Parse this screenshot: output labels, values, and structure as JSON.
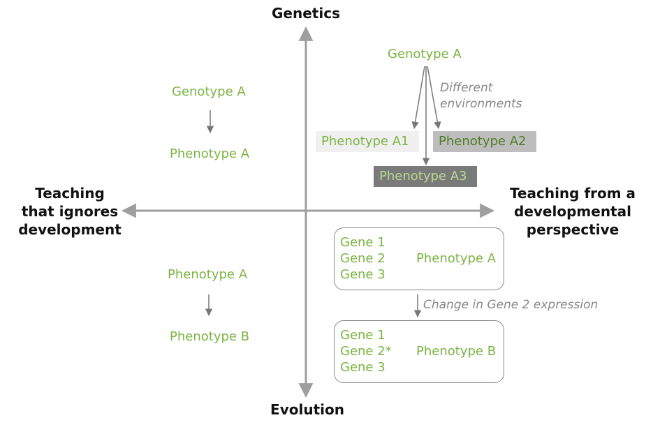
{
  "colors": {
    "green": "#7cb342",
    "dark_green": "#558b2f",
    "axis_gray": "#9e9e9e",
    "box_light": "#f0f0f0",
    "box_mid": "#bdbdbd",
    "box_dark": "#7a7a7a"
  },
  "axes": {
    "top": "Genetics",
    "bottom": "Evolution",
    "left": [
      "Teaching",
      "that ignores",
      "development"
    ],
    "right": [
      "Teaching from a",
      "developmental",
      "perspective"
    ]
  },
  "top_left": {
    "from": "Genotype A",
    "to": "Phenotype A"
  },
  "bottom_left": {
    "from": "Phenotype A",
    "to": "Phenotype B"
  },
  "top_right": {
    "source": "Genotype A",
    "note": [
      "Different",
      "environments"
    ],
    "phenotypes": [
      "Phenotype A1",
      "Phenotype A2",
      "Phenotype A3"
    ]
  },
  "bottom_right": {
    "box1": {
      "genes": [
        "Gene 1",
        "Gene 2",
        "Gene 3"
      ],
      "result": "Phenotype A"
    },
    "change": "Change in Gene 2 expression",
    "box2": {
      "genes": [
        "Gene 1",
        "Gene 2*",
        "Gene 3"
      ],
      "result": "Phenotype B"
    }
  }
}
